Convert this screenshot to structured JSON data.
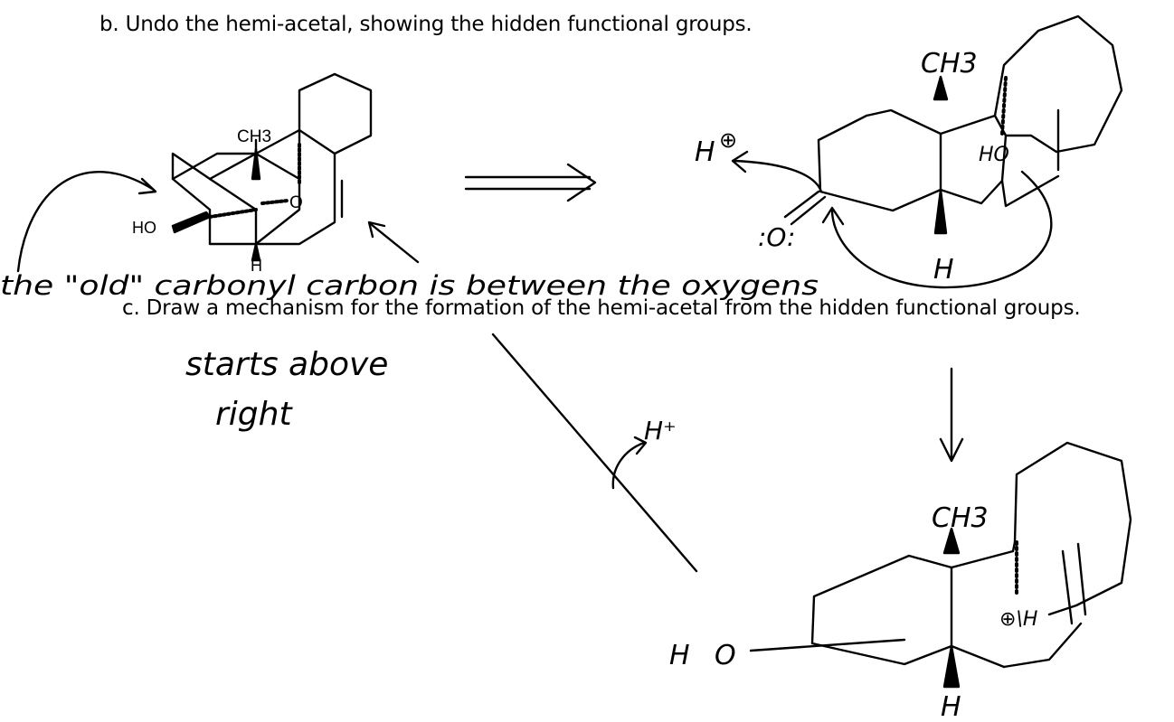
{
  "questions": {
    "b": "b. Undo the hemi-acetal, showing the hidden functional groups.",
    "c": "c. Draw a mechanism for the formation of the hemi-acetal from the hidden functional groups."
  },
  "annotations": {
    "old_carbonyl": "the \"old\" carbonyl carbon is between the oxygens",
    "starts_line1": "starts above",
    "starts_line2": "right",
    "proton_plus": "H⁺"
  },
  "labels": {
    "methyl": "CH3",
    "hydroxyl": "HO",
    "hydrogen": "H",
    "oxygen": "O",
    "protonated_oxygen": "⊕\\H",
    "proton": "H",
    "positive": "⊕",
    "ketone_oxygen": ":O:",
    "ring_oh": "HO"
  },
  "colors": {
    "ink": "#000000",
    "paper": "#ffffff"
  }
}
